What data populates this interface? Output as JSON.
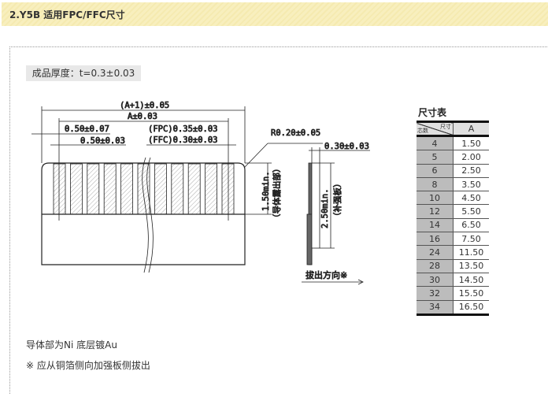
{
  "header": {
    "title": "2.Y5B 适用FPC/FFC尺寸"
  },
  "thickness_label": "成品厚度：t=0.3±0.03",
  "drawing": {
    "dim_total": "(A+1)±0.05",
    "dim_a": "A±0.03",
    "dim_pitch": "0.50±0.07",
    "dim_pin": "0.50±0.03",
    "dim_fpc": "(FPC)0.35±0.03",
    "dim_ffc": "(FFC)0.30±0.03",
    "dim_radius": "R0.20±0.05",
    "dim_exposed": "1.50min.",
    "dim_exposed_note": "（导体露出部）",
    "dim_thk": "0.30±0.03",
    "dim_stiff": "2.50min.",
    "dim_stiff_note": "（补强板）",
    "pull_dir": "拔出方向※"
  },
  "table": {
    "title": "尺寸表",
    "corner_left": "芯数",
    "corner_right": "尺寸",
    "col_a": "A",
    "rows": [
      [
        "4",
        "1.50"
      ],
      [
        "5",
        "2.00"
      ],
      [
        "6",
        "2.50"
      ],
      [
        "8",
        "3.50"
      ],
      [
        "10",
        "4.50"
      ],
      [
        "12",
        "5.50"
      ],
      [
        "14",
        "6.50"
      ],
      [
        "16",
        "7.50"
      ],
      [
        "24",
        "11.50"
      ],
      [
        "28",
        "13.50"
      ],
      [
        "30",
        "14.50"
      ],
      [
        "32",
        "15.50"
      ],
      [
        "34",
        "16.50"
      ]
    ]
  },
  "notes": [
    "导体部为Ni 底层镀Au",
    "※ 应从铜箔侧向加强板侧拔出"
  ]
}
